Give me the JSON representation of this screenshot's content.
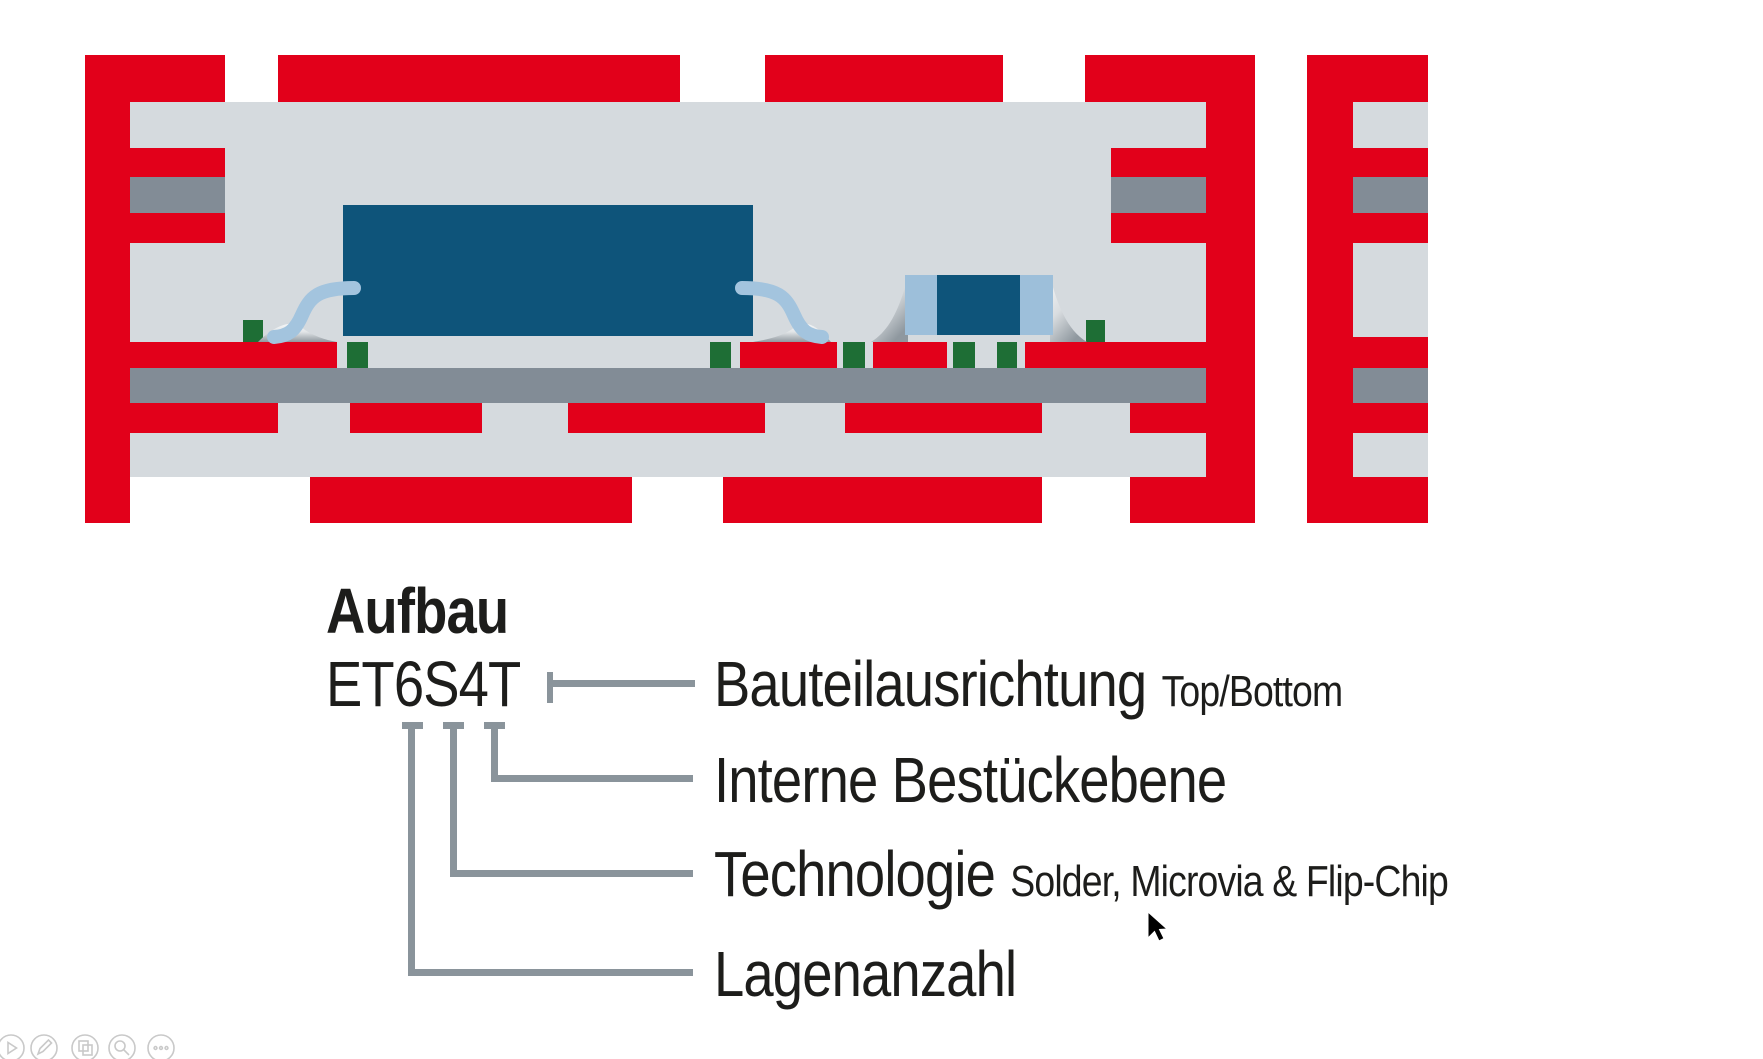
{
  "slide": {
    "heading": "Aufbau",
    "code": "ET6S4T",
    "legend_rows": [
      {
        "label": "Bauteilausrichtung",
        "detail": "Top/Bottom"
      },
      {
        "label": "Interne Bestückebene",
        "detail": ""
      },
      {
        "label": "Technologie",
        "detail": "Solder, Microvia & Flip-Chip"
      },
      {
        "label": "Lagenanzahl",
        "detail": ""
      }
    ]
  },
  "toolbar": {
    "icons": [
      "play-icon",
      "pencil-icon",
      "print-icon",
      "zoom-icon",
      "more-icon"
    ]
  },
  "colors": {
    "c-red": "#e2001a",
    "c-board": "#d5dade",
    "c-core": "#828c96",
    "c-chip": "#0e547a",
    "c-terminal": "#9dbfda",
    "c-wire": "#a3c4de",
    "c-via": "#1e6e35",
    "c-line": "#8a949b",
    "c-text": "#1d1d1b",
    "c-solder-light": "#f6f7f8",
    "c-solder-dark": "#8f989f",
    "c-icon": "#c9c9c9"
  }
}
